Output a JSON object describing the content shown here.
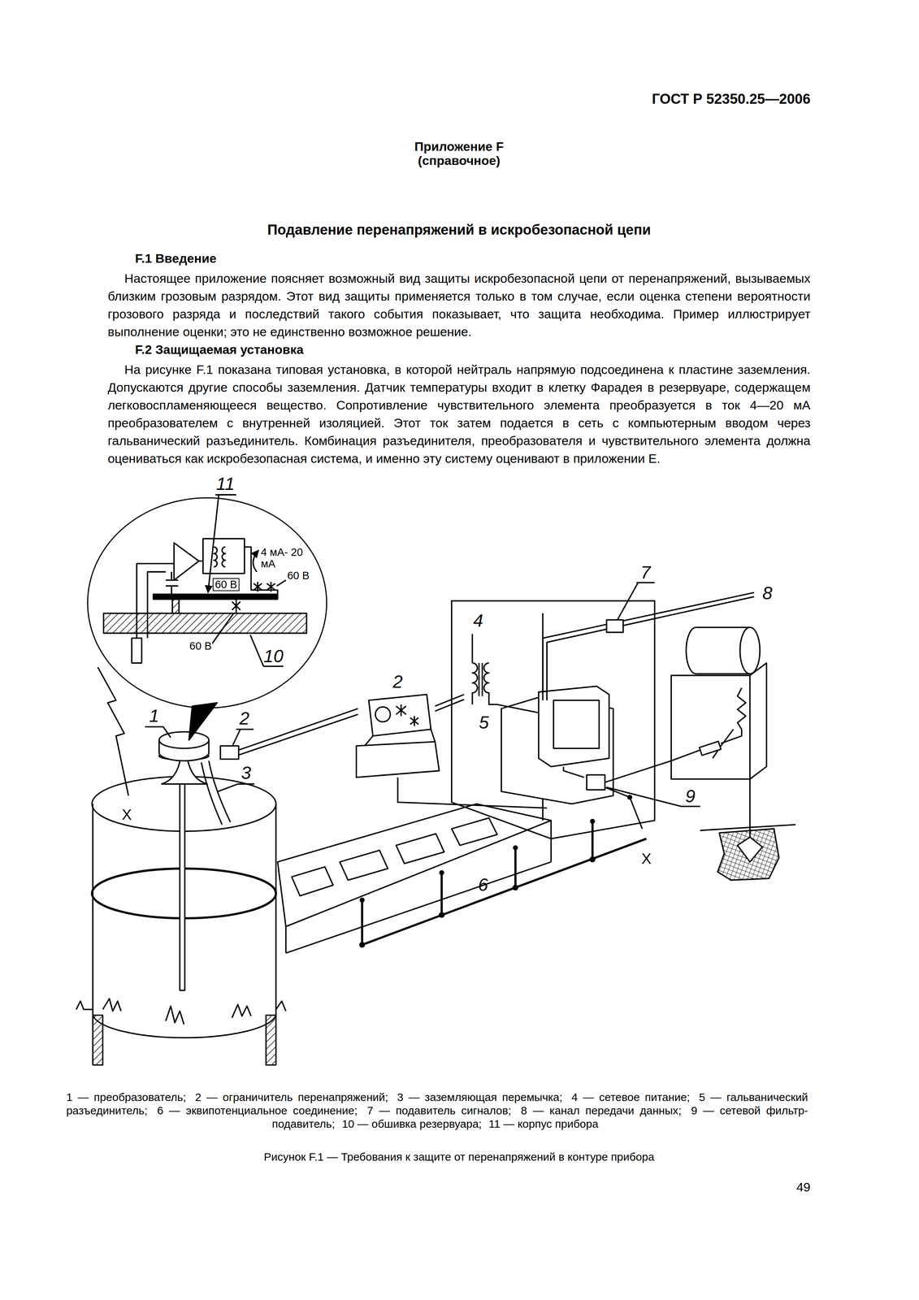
{
  "diagram": {
    "title": "Подавление перенапряжений в искробезопасной цепи",
    "caption": "Рисунок F.1 — Требования к защите от перенапряжений в контуре прибора",
    "nodes": [
      {
        "text": [
          "4 мА- 20 мА",
          "60 В",
          "60 В",
          "60 В"
        ]
      }
    ],
    "labels": [
      "ГОСТ Р 52350.25—2006",
      "Приложение F",
      "(справочное)",
      "F.1 Введение",
      "Настоящее приложение поясняет возможный вид защиты искробезопасной цепи от перенапряжений, вызываемых близким грозовым разрядом. Этот вид защиты применяется только в том случае, если оценка степени вероятности грозового разряда и последствий такого события показывает, что защита необходима. Пример иллюстрирует выполнение оценки; это не единственно возможное решение.",
      "F.2 Защищаемая установка",
      "На рисунке F.1 показана типовая установка, в которой нейтраль напрямую подсоединена к пластине заземления. Допускаются другие способы заземления. Датчик температуры входит в клетку Фарадея в резервуаре, содержащем легковоспламеняющееся вещество. Сопротивление чувствительного элемента преобразуется в ток 4—20 мА преобразователем с внутренней изоляцией. Этот ток затем подается в сеть с компьютерным вводом через гальванический разъединитель. Комбинация разъединителя, преобразователя и чувствительного элемента должна оцениваться как искробезопасная система, и именно эту систему оценивают в приложении Е.",
      "11",
      "10",
      "7",
      "8",
      "4",
      "2",
      "5",
      "1",
      "2",
      "3",
      "X",
      "9",
      "6",
      "X",
      "1 — преобразователь;",
      "2 — ограничитель перенапряжений;",
      "3 — заземляющая перемычка;",
      "4 — сетевое питание;",
      "5 — гальванический разъединитель;",
      "6 — эквипотенциальное соединение;",
      "7 — подавитель сигналов;",
      "8 — канал передачи данных;",
      "9 — сетевой фильтр-подавитель;",
      "10 — обшивка резервуара;",
      "11 — корпус прибора",
      "49"
    ]
  }
}
